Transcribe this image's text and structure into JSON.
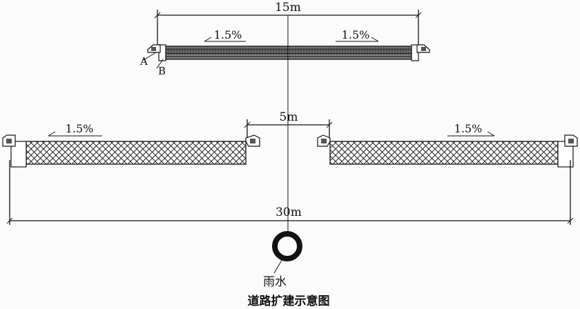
{
  "dimensions": {
    "top_width": "15m",
    "middle_gap": "5m",
    "bottom_width": "30m"
  },
  "slopes": {
    "top_left": "1.5%",
    "top_right": "1.5%",
    "lower_left": "1.5%",
    "lower_right": "1.5%"
  },
  "labels": {
    "layer_a": "A",
    "layer_b": "B",
    "pipe": "雨水"
  },
  "caption": "道路扩建示意图"
}
